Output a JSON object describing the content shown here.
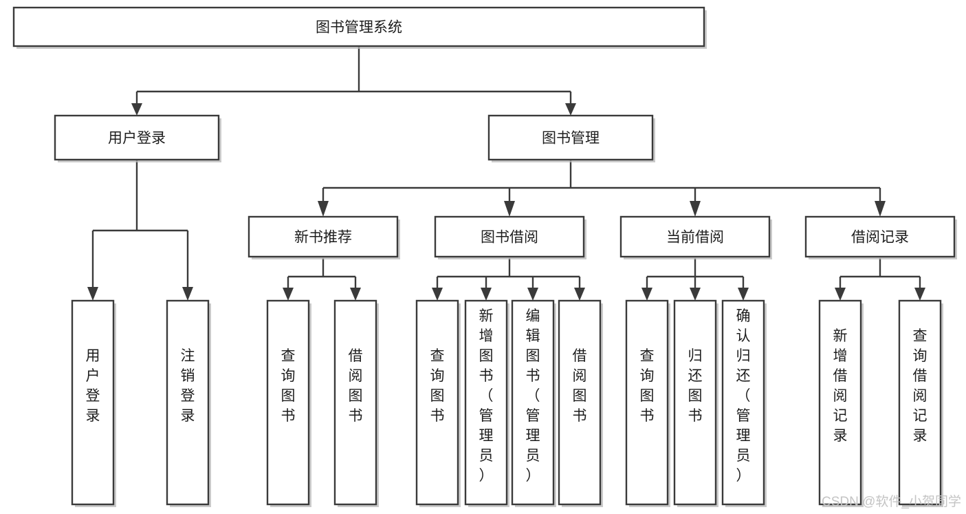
{
  "diagram": {
    "title": "图书管理系统",
    "type": "functional-structure-tree",
    "orientation": "top-down",
    "root": {
      "id": "root",
      "label": "图书管理系统",
      "level": 1,
      "text_orientation": "horizontal"
    },
    "level2": [
      {
        "id": "user-login",
        "label": "用户登录",
        "level": 2,
        "text_orientation": "horizontal"
      },
      {
        "id": "book-manage",
        "label": "图书管理",
        "level": 2,
        "text_orientation": "horizontal"
      }
    ],
    "level3": [
      {
        "id": "new-book-recommend",
        "label": "新书推荐",
        "level": 3,
        "parent": "book-manage",
        "text_orientation": "horizontal"
      },
      {
        "id": "book-borrow",
        "label": "图书借阅",
        "level": 3,
        "parent": "book-manage",
        "text_orientation": "horizontal"
      },
      {
        "id": "current-borrow",
        "label": "当前借阅",
        "level": 3,
        "parent": "book-manage",
        "text_orientation": "horizontal"
      },
      {
        "id": "borrow-record",
        "label": "借阅记录",
        "level": 3,
        "parent": "book-manage",
        "text_orientation": "horizontal"
      }
    ],
    "leaves": [
      {
        "id": "leaf-user-login",
        "label": "用户登录",
        "parent": "user-login",
        "text_orientation": "vertical",
        "lines": [
          "用",
          "户",
          "登",
          "录"
        ]
      },
      {
        "id": "leaf-user-logout",
        "label": "注销登录",
        "parent": "user-login",
        "text_orientation": "vertical",
        "lines": [
          "注",
          "销",
          "登",
          "录"
        ]
      },
      {
        "id": "leaf-query-book-1",
        "label": "查询图书",
        "parent": "new-book-recommend",
        "text_orientation": "vertical",
        "lines": [
          "查",
          "询",
          "图",
          "书"
        ]
      },
      {
        "id": "leaf-borrow-book-1",
        "label": "借阅图书",
        "parent": "new-book-recommend",
        "text_orientation": "vertical",
        "lines": [
          "借",
          "阅",
          "图",
          "书"
        ]
      },
      {
        "id": "leaf-query-book-2",
        "label": "查询图书",
        "parent": "book-borrow",
        "text_orientation": "vertical",
        "lines": [
          "查",
          "询",
          "图",
          "书"
        ]
      },
      {
        "id": "leaf-add-book-admin",
        "label": "新增图书（管理员）",
        "parent": "book-borrow",
        "text_orientation": "vertical",
        "lines": [
          "新",
          "增",
          "图",
          "书",
          "（",
          "管",
          "理",
          "员",
          "）"
        ]
      },
      {
        "id": "leaf-edit-book-admin",
        "label": "编辑图书（管理员）",
        "parent": "book-borrow",
        "text_orientation": "vertical",
        "lines": [
          "编",
          "辑",
          "图",
          "书",
          "（",
          "管",
          "理",
          "员",
          "）"
        ]
      },
      {
        "id": "leaf-borrow-book-2",
        "label": "借阅图书",
        "parent": "book-borrow",
        "text_orientation": "vertical",
        "lines": [
          "借",
          "阅",
          "图",
          "书"
        ]
      },
      {
        "id": "leaf-query-book-3",
        "label": "查询图书",
        "parent": "current-borrow",
        "text_orientation": "vertical",
        "lines": [
          "查",
          "询",
          "图",
          "书"
        ]
      },
      {
        "id": "leaf-return-book",
        "label": "归还图书",
        "parent": "current-borrow",
        "text_orientation": "vertical",
        "lines": [
          "归",
          "还",
          "图",
          "书"
        ]
      },
      {
        "id": "leaf-confirm-return-admin",
        "label": "确认归还（管理员）",
        "parent": "current-borrow",
        "text_orientation": "vertical",
        "lines": [
          "确",
          "认",
          "归",
          "还",
          "（",
          "管",
          "理",
          "员",
          "）"
        ]
      },
      {
        "id": "leaf-add-borrow-record",
        "label": "新增借阅记录",
        "parent": "borrow-record",
        "text_orientation": "vertical",
        "lines": [
          "新",
          "增",
          "借",
          "阅",
          "记",
          "录"
        ]
      },
      {
        "id": "leaf-query-borrow-record",
        "label": "查询借阅记录",
        "parent": "borrow-record",
        "text_orientation": "vertical",
        "lines": [
          "查",
          "询",
          "借",
          "阅",
          "记",
          "录"
        ]
      }
    ]
  },
  "watermark": {
    "text": "CSDN @软件_小贺同学"
  },
  "colors": {
    "background": "#ffffff",
    "box_fill": "#ffffff",
    "box_stroke": "#3a3a3a",
    "connector": "#3a3a3a",
    "text": "#1d1d1d",
    "watermark": "#c4c4c4"
  }
}
